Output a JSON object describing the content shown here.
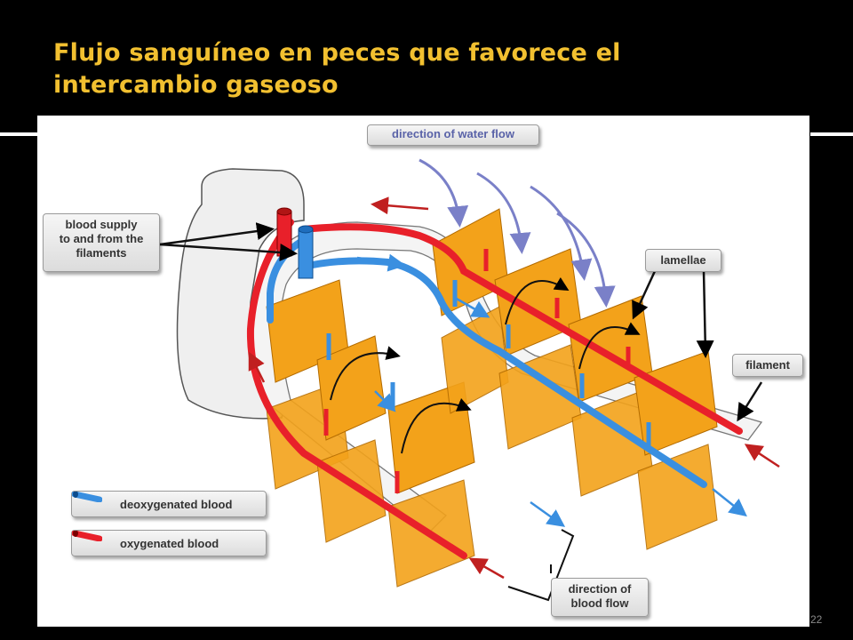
{
  "slide": {
    "title": "Flujo sanguíneo en peces que favorece el intercambio gaseoso",
    "page_number": "22"
  },
  "diagram": {
    "labels": {
      "water_flow": "direction of water flow",
      "blood_supply_line1": "blood supply",
      "blood_supply_line2": "to and from the",
      "blood_supply_line3": "filaments",
      "lamellae": "lamellae",
      "filament": "filament",
      "blood_flow_line1": "direction of",
      "blood_flow_line2": "blood flow"
    },
    "legend": {
      "deoxygenated": "deoxygenated blood",
      "oxygenated": "oxygenated blood"
    },
    "colors": {
      "oxygenated": "#e8202a",
      "deoxygenated": "#3a8fe0",
      "lamella": "#f3a21a",
      "filament": "#f2f2f2",
      "water_arrow": "#7a80c8"
    }
  }
}
